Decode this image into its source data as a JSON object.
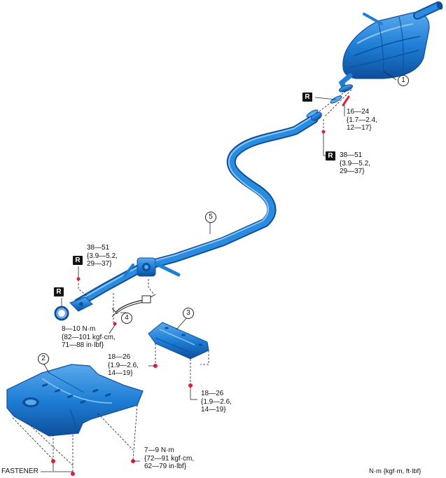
{
  "callouts": {
    "c1": "1",
    "c2": "2",
    "c3": "3",
    "c4": "4",
    "c5": "5"
  },
  "symbols": {
    "r": "R"
  },
  "torques": {
    "t1": [
      "16—24",
      "{1.7—2.4,",
      "12—17}"
    ],
    "t2": [
      "38—51",
      "{3.9—5.2,",
      "29—37}"
    ],
    "t3": [
      "38—51",
      "{3.9—5.2,",
      "29—37}"
    ],
    "t4": [
      "8—10 N·m",
      "{82—101 kgf·cm,",
      "71—88 in·lbf}"
    ],
    "t5": [
      "18—26",
      "{1.9—2.6,",
      "14—19}"
    ],
    "t6": [
      "18—26",
      "{1.9—2.6,",
      "14—19}"
    ],
    "t7": [
      "7—9 N·m",
      "{72—91 kgf·cm,",
      "62—79 in·lbf}"
    ]
  },
  "fastener_label": "FASTENER",
  "units_label": "N·m {kgf·m, ft·lbf}",
  "colors": {
    "part_blue": "#1f7fd6",
    "part_dark": "#0d4f9c",
    "part_light": "#5aa9ec",
    "bolt_red": "#e0203a",
    "line": "#222222"
  }
}
